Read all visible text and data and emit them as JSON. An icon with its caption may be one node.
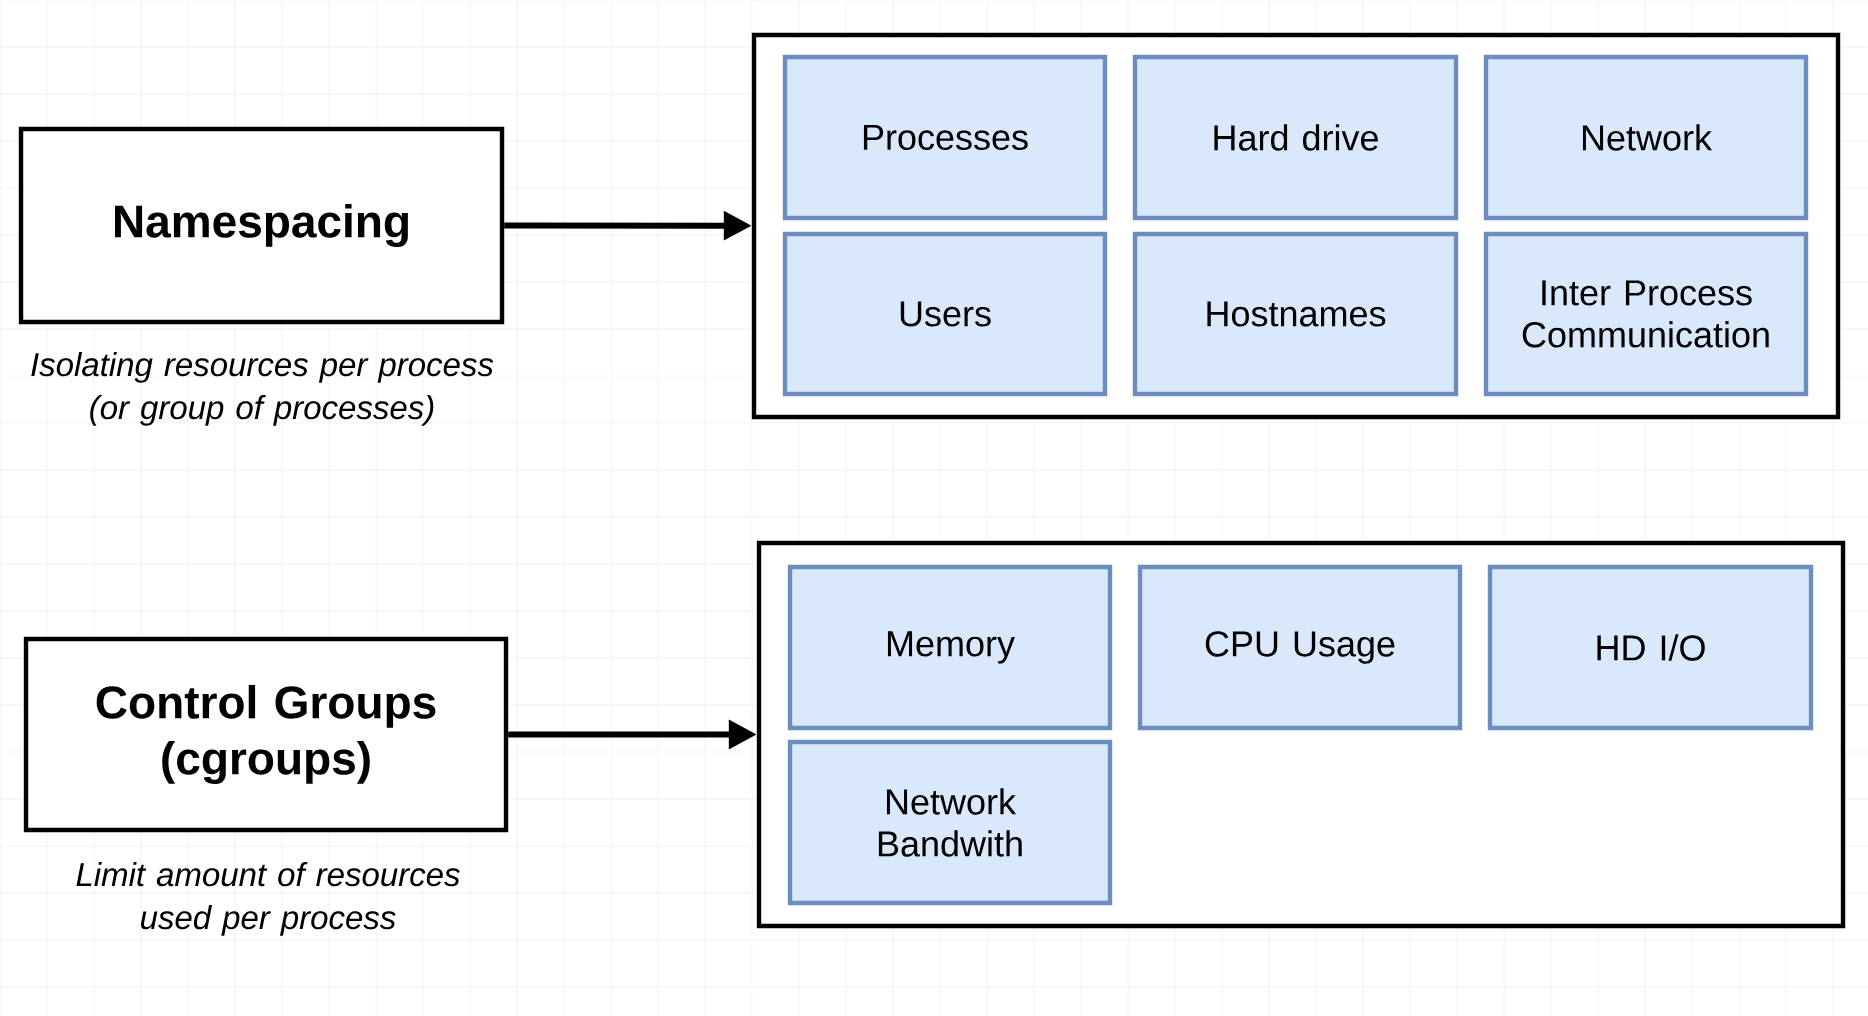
{
  "diagram": {
    "nodes": [
      {
        "text": [
          "Namespacing"
        ],
        "beside": [
          "Isolating resources per process (or group of processes)"
        ]
      },
      {
        "text": [],
        "shape": "box"
      },
      {
        "text": [
          "Processes"
        ],
        "in": 1
      },
      {
        "text": [
          "Hard drive"
        ],
        "in": 1
      },
      {
        "text": [
          "Network"
        ],
        "in": 1
      },
      {
        "text": [
          "Users"
        ],
        "in": 1
      },
      {
        "text": [
          "Hostnames"
        ],
        "in": 1
      },
      {
        "text": [
          "Inter Process Communication"
        ],
        "in": 1
      },
      {
        "text": [
          "Control Groups (cgroups)"
        ],
        "beside": [
          "Limit amount of resources used per process"
        ]
      },
      {
        "text": [],
        "shape": "box"
      },
      {
        "text": [
          "Memory"
        ],
        "in": 9
      },
      {
        "text": [
          "CPU Usage"
        ],
        "in": 9
      },
      {
        "text": [
          "HD I/O"
        ],
        "in": 9
      },
      {
        "text": [
          "Network Bandwith"
        ],
        "in": 9
      }
    ],
    "edges": [
      {
        "from": 0,
        "to": 1,
        "arrow": "to"
      },
      {
        "from": 8,
        "to": 9,
        "arrow": "to"
      }
    ]
  }
}
